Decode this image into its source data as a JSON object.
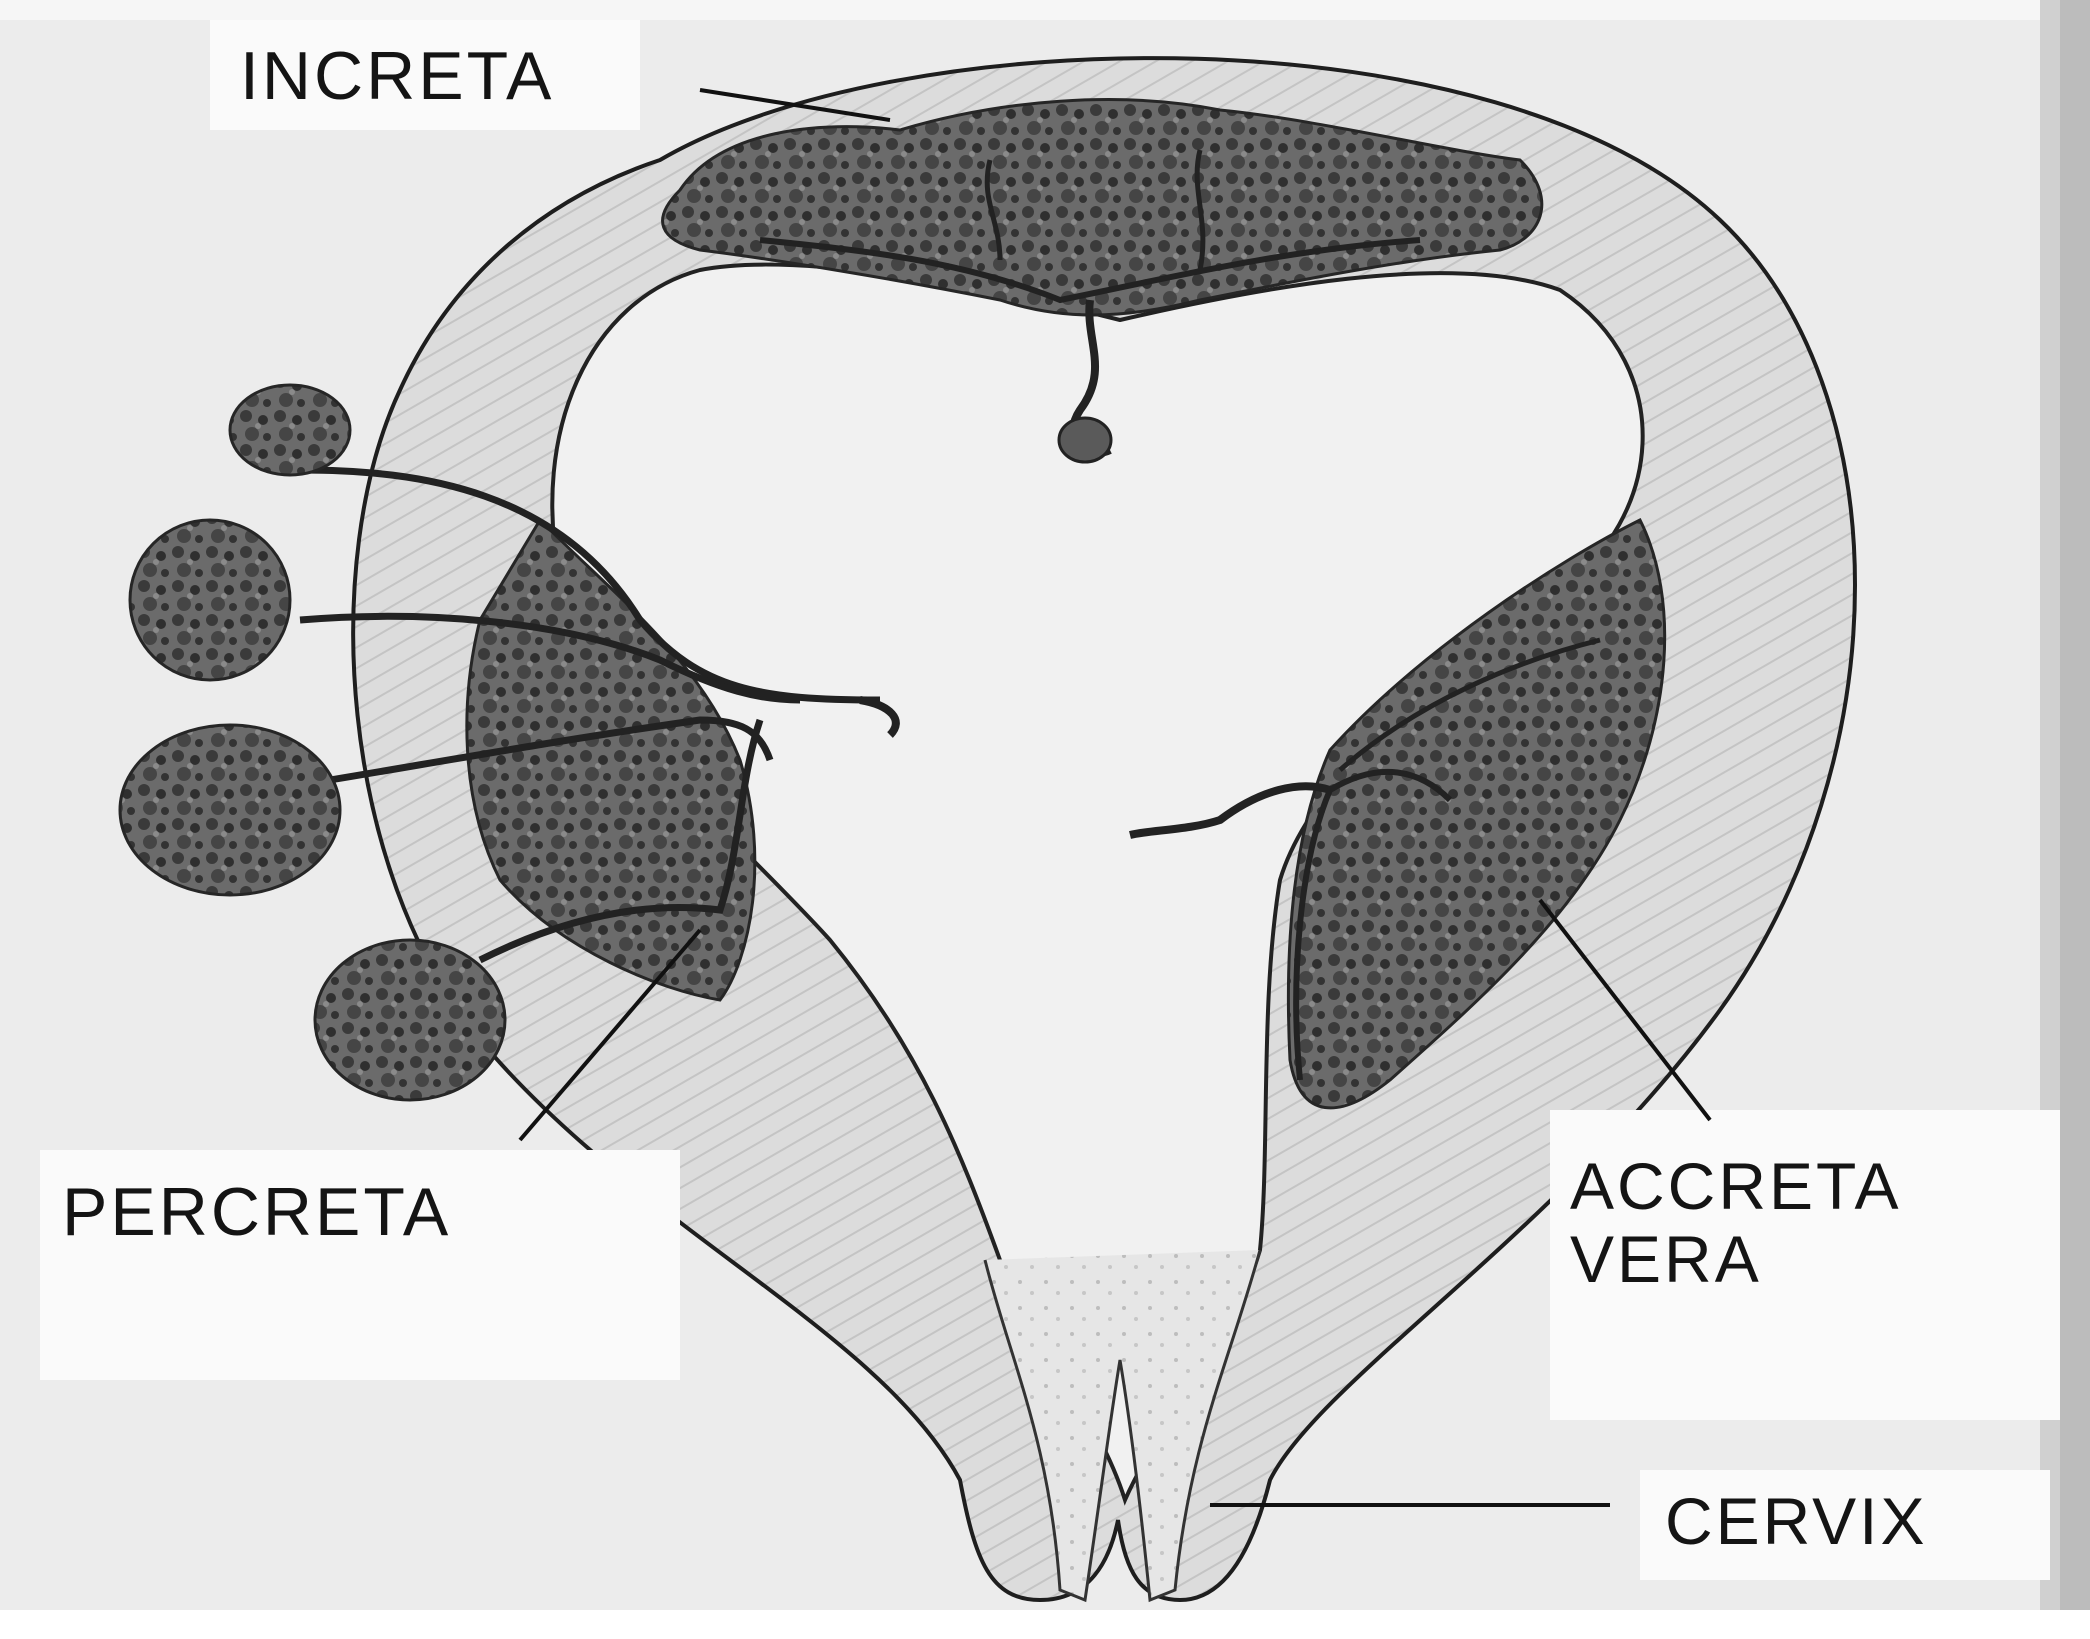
{
  "labels": {
    "increta": "INCRETA",
    "percreta": "PERCRETA",
    "accreta_line1": "ACCRETA",
    "accreta_line2": "VERA",
    "cervix": "CERVIX"
  },
  "colors": {
    "background": "#ebebeb",
    "uterine_wall": "#d9d9d9",
    "cavity": "#f0f0f0",
    "placenta_villi": "#4a4a4a",
    "outline": "#222222"
  }
}
